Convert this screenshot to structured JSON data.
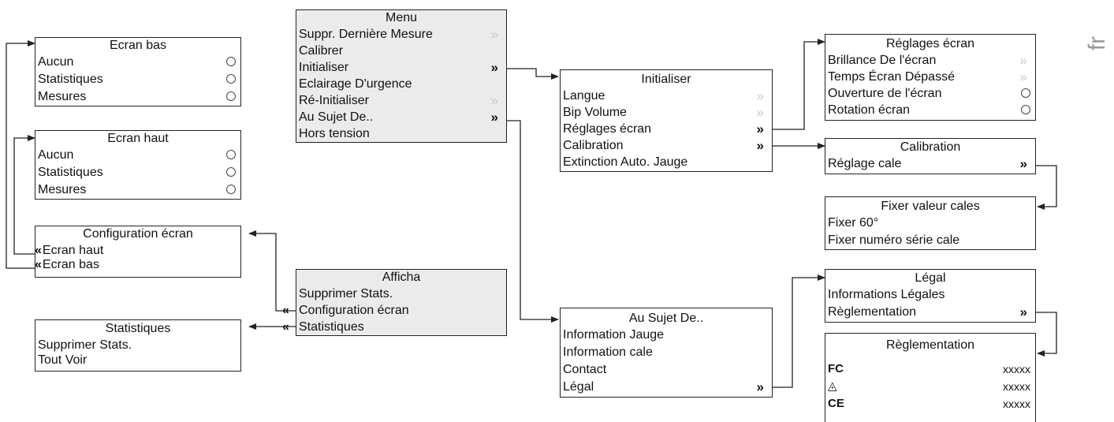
{
  "language_tab": "fr",
  "menu": {
    "title": "Menu",
    "items": [
      "Suppr. Dernière Mesure",
      "Calibrer",
      "Initialiser",
      "Eclairage D'urgence",
      "Ré-Initialiser",
      "Au Sujet De..",
      "Hors tension"
    ]
  },
  "ecran_bas": {
    "title": "Ecran bas",
    "items": [
      "Aucun",
      "Statistiques",
      "Mesures"
    ]
  },
  "ecran_haut": {
    "title": "Ecran haut",
    "items": [
      "Aucun",
      "Statistiques",
      "Mesures"
    ]
  },
  "configuration_ecran": {
    "title": "Configuration écran",
    "items": [
      "Ecran haut",
      "Ecran bas"
    ]
  },
  "statistiques": {
    "title": "Statistiques",
    "items": [
      "Supprimer Stats.",
      "Tout Voir"
    ]
  },
  "affichage": {
    "title": "Afficha",
    "items": [
      "Supprimer Stats.",
      "Configuration écran",
      "Statistiques"
    ]
  },
  "initialiser": {
    "title": "Initialiser",
    "items": [
      "Langue",
      "Bip Volume",
      "Réglages écran",
      "Calibration",
      "Extinction Auto. Jauge"
    ]
  },
  "reglages_ecran": {
    "title": "Réglages écran",
    "items": [
      "Brillance De l'écran",
      "Temps Écran Dépassé",
      "Ouverture de l'écran",
      "Rotation écran"
    ]
  },
  "calibration": {
    "title": "Calibration",
    "items": [
      "Réglage cale"
    ]
  },
  "fixer_valeur_cales": {
    "title": "Fixer valeur cales",
    "items": [
      "Fixer 60°",
      "Fixer numéro série cale"
    ]
  },
  "au_sujet_de": {
    "title": "Au Sujet De..",
    "items": [
      "Information Jauge",
      "Information cale",
      "Contact",
      "Légal"
    ]
  },
  "legal": {
    "title": "Légal",
    "items": [
      "Informations Légales",
      "Règlementation"
    ]
  },
  "reglementation": {
    "title": "Règlementation",
    "rows": [
      {
        "icon": "fcc-mark-icon",
        "symbol": "FC",
        "value": "xxxxx"
      },
      {
        "icon": "rcm-mark-icon",
        "symbol": "◬",
        "value": "xxxxx"
      },
      {
        "icon": "ce-mark-icon",
        "symbol": "CE",
        "value": "xxxxx"
      }
    ]
  },
  "glyphs": {
    "chevron_right": "»",
    "chevron_left": "«"
  },
  "colors": {
    "shaded_box": "#ebebeb",
    "line": "#222222",
    "dim_chevron": "#c8c8c8"
  }
}
